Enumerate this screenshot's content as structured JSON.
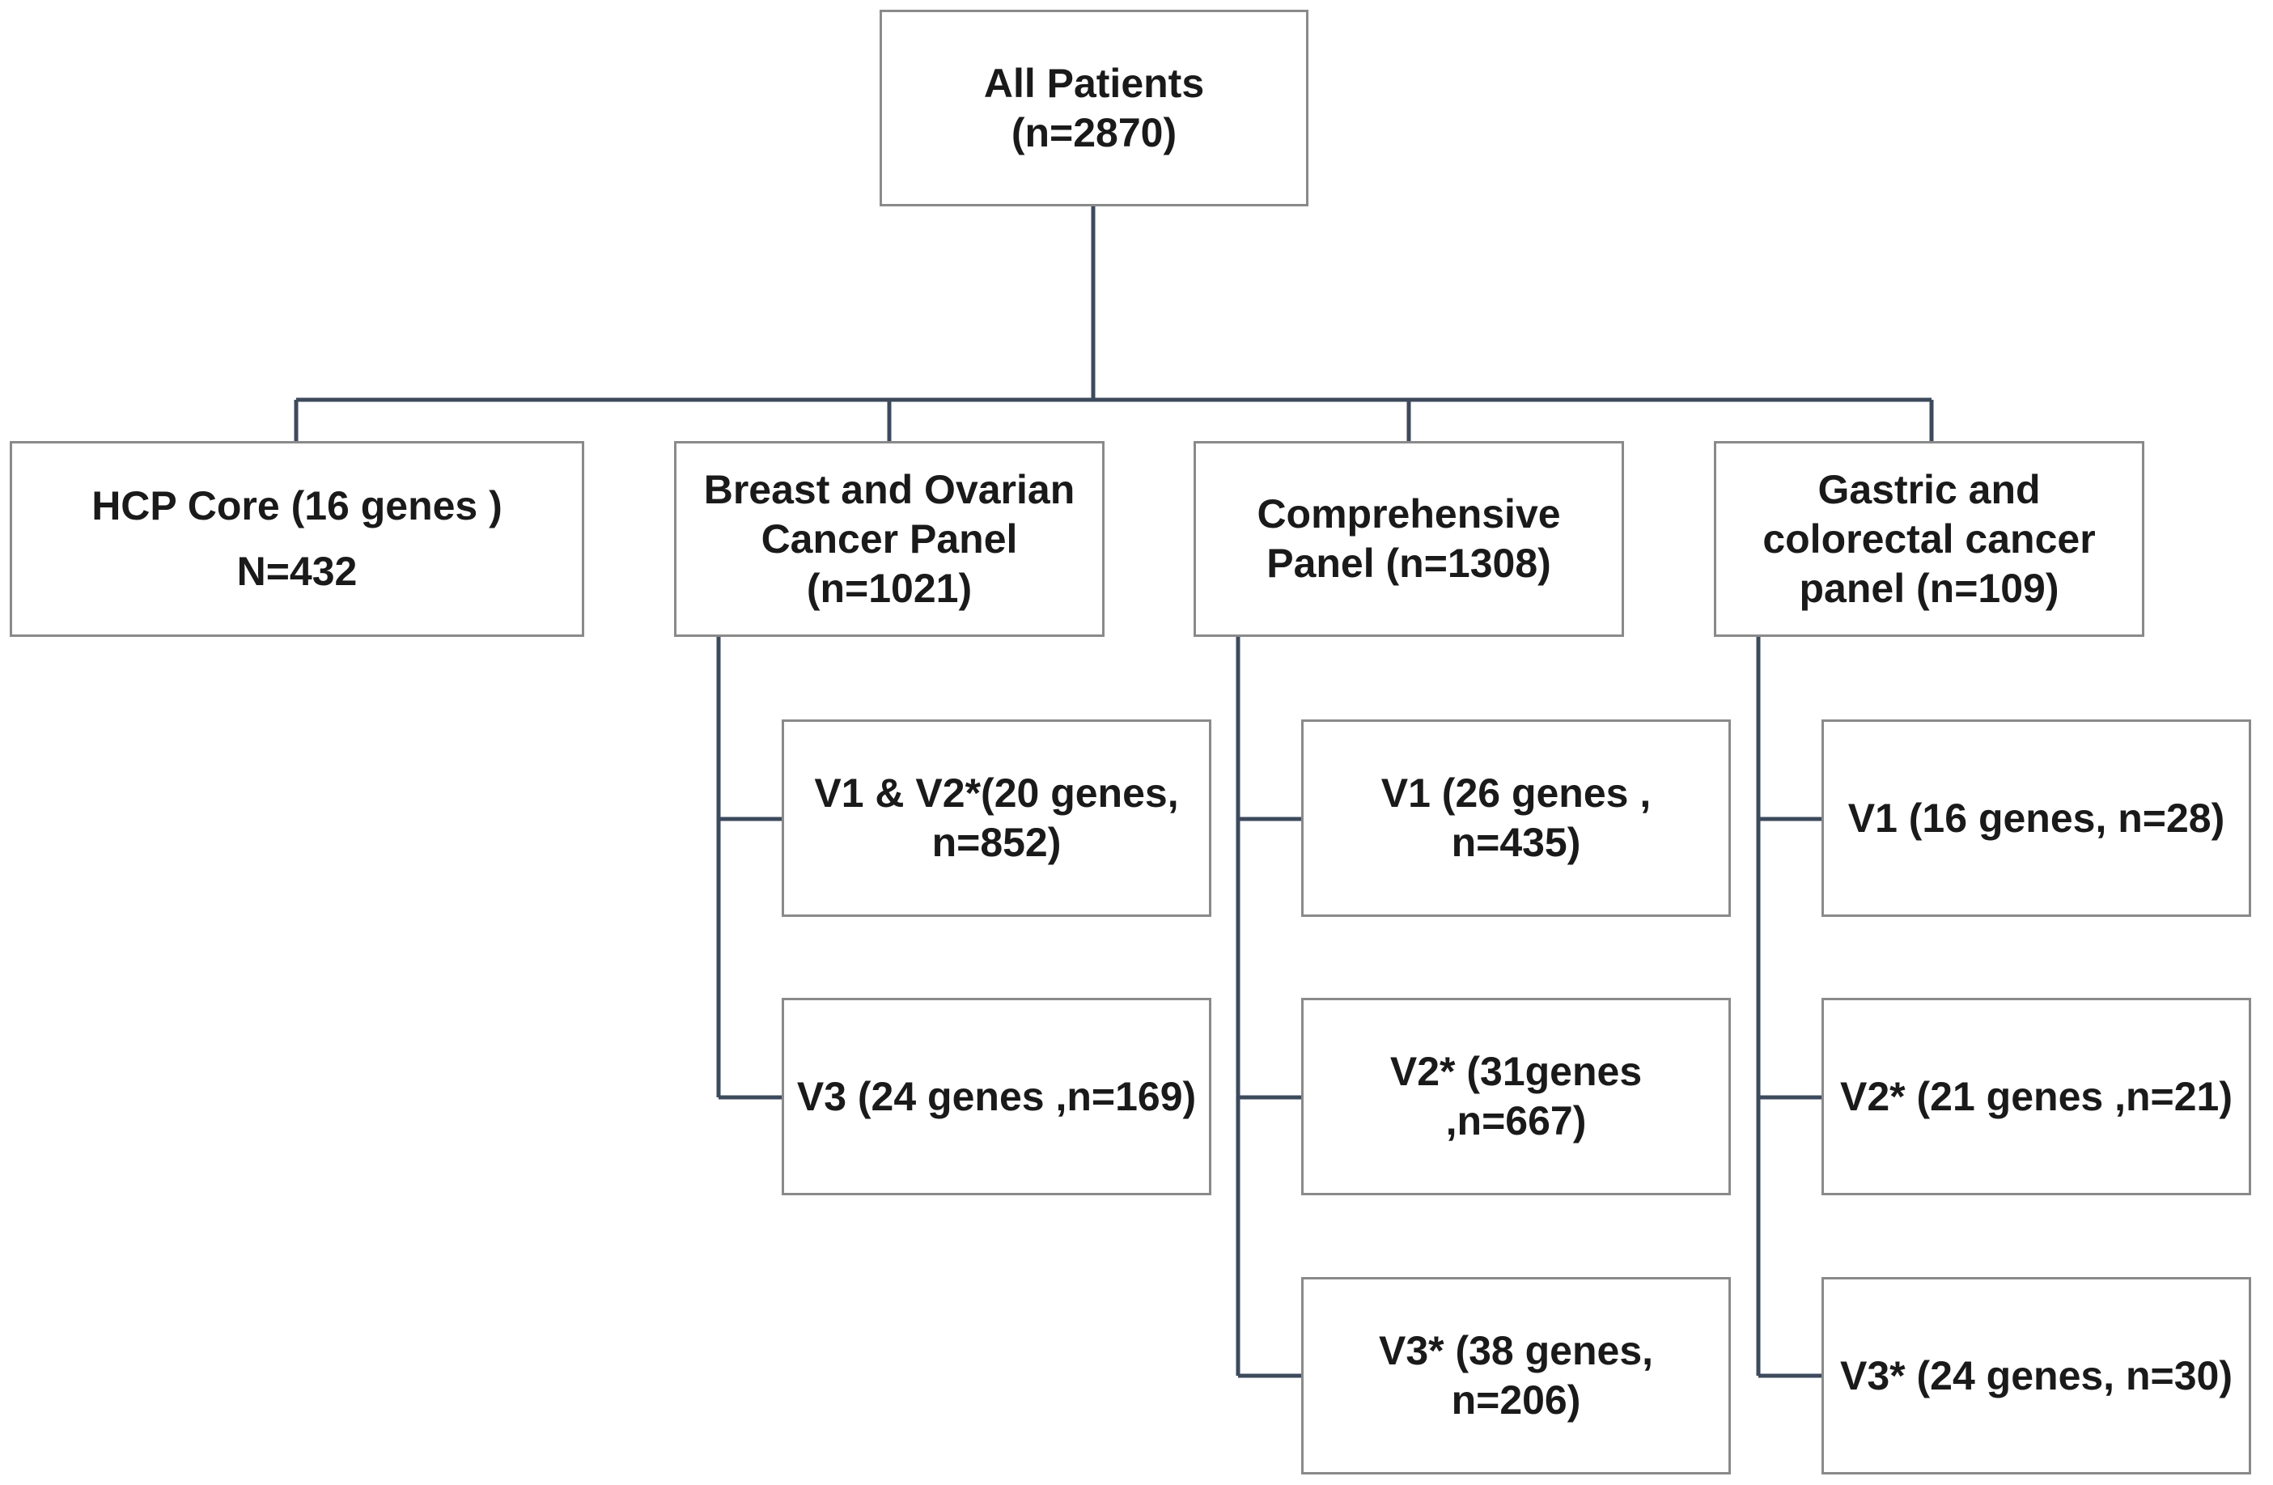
{
  "diagram": {
    "root": {
      "lines": [
        "All  Patients",
        "(n=2870)"
      ]
    },
    "panels": [
      {
        "id": "hcp-core",
        "lines": [
          "HCP Core  (16 genes )",
          "N=432"
        ],
        "versions": []
      },
      {
        "id": "breast-ovarian",
        "lines": [
          "Breast and Ovarian",
          "Cancer Panel",
          "(n=1021)"
        ],
        "versions": [
          {
            "lines": [
              "V1 & V2*(20 genes,",
              "n=852)"
            ]
          },
          {
            "lines": [
              "V3 (24 genes ,n=169)"
            ]
          }
        ]
      },
      {
        "id": "comprehensive",
        "lines": [
          "Comprehensive",
          "Panel (n=1308)"
        ],
        "versions": [
          {
            "lines": [
              "V1 (26 genes ,",
              "n=435)"
            ]
          },
          {
            "lines": [
              "V2* (31genes",
              ",n=667)"
            ]
          },
          {
            "lines": [
              "V3* (38 genes,",
              "n=206)"
            ]
          }
        ]
      },
      {
        "id": "gastric-colorectal",
        "lines": [
          "Gastric and",
          "colorectal cancer",
          "panel (n=109)"
        ],
        "versions": [
          {
            "lines": [
              "V1 (16 genes, n=28)"
            ]
          },
          {
            "lines": [
              "V2* (21 genes ,n=21)"
            ]
          },
          {
            "lines": [
              "V3* (24 genes, n=30)"
            ]
          }
        ]
      }
    ]
  }
}
